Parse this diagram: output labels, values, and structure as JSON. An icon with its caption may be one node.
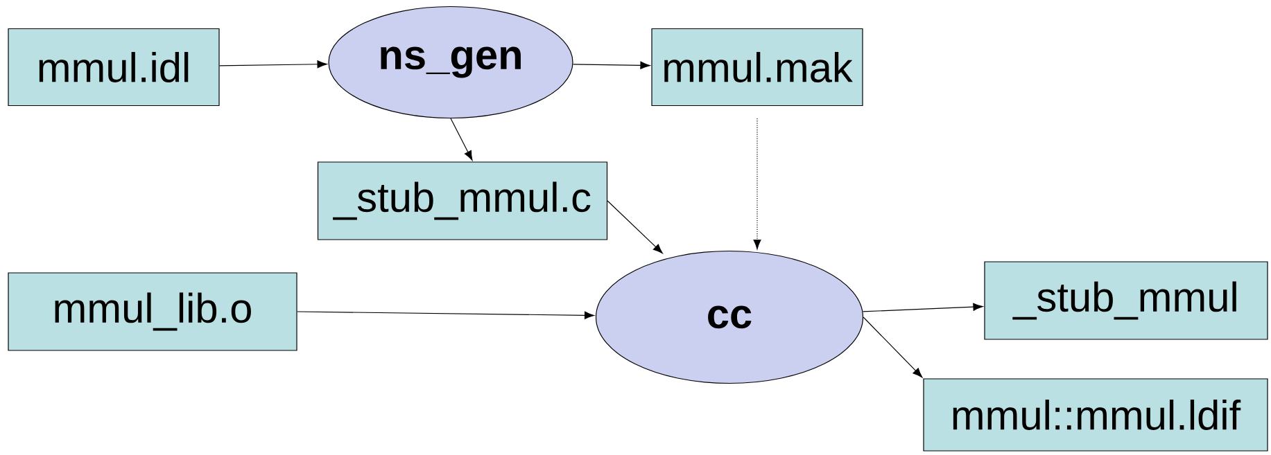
{
  "diagram": {
    "nodes": [
      {
        "text": [
          "mmul.idl"
        ]
      },
      {
        "text": [
          "ns_gen"
        ]
      },
      {
        "text": [
          "mmul.mak"
        ]
      },
      {
        "text": [
          "_stub_mmul.c"
        ]
      },
      {
        "text": [
          "mmul_lib.o"
        ]
      },
      {
        "text": [
          "cc"
        ]
      },
      {
        "text": [
          "_stub_mmul"
        ]
      },
      {
        "text": [
          "mmul::mmul.ldif"
        ]
      }
    ],
    "edges": [
      {
        "from": 0,
        "to": 1,
        "arrow": "to"
      },
      {
        "from": 1,
        "to": 2,
        "arrow": "to"
      },
      {
        "from": 1,
        "to": 3,
        "arrow": "to"
      },
      {
        "from": 3,
        "to": 5,
        "arrow": "to"
      },
      {
        "from": 2,
        "to": 5,
        "arrow": "to",
        "style": "dashed"
      },
      {
        "from": 4,
        "to": 5,
        "arrow": "to"
      },
      {
        "from": 5,
        "to": 6,
        "arrow": "to"
      },
      {
        "from": 5,
        "to": 7,
        "arrow": "to"
      }
    ]
  }
}
